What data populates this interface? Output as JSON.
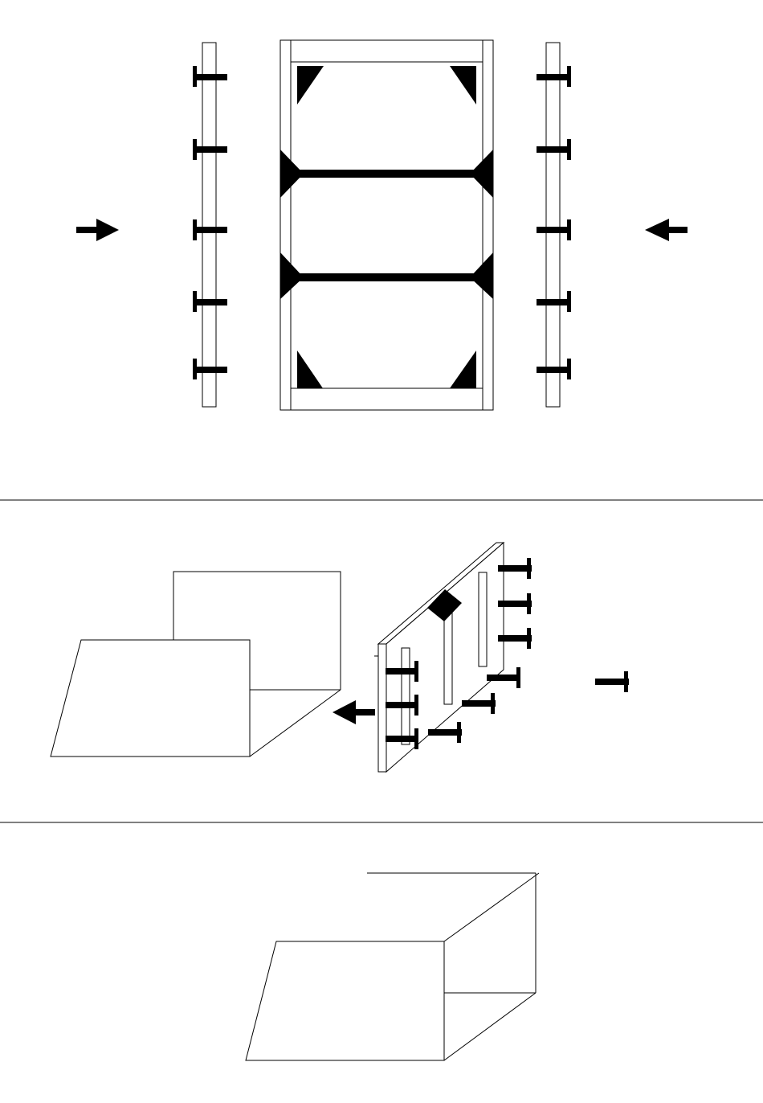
{
  "sheet": {
    "title": "",
    "panels": [
      {
        "id": "frame-assembly",
        "label": ""
      },
      {
        "id": "panel-attachment",
        "label": ""
      },
      {
        "id": "assembled-unit",
        "label": ""
      }
    ]
  },
  "colors": {
    "line": "#000000",
    "fill": "#000000",
    "background": "#ffffff"
  },
  "icons": [
    "arrow-right-icon",
    "arrow-left-icon",
    "screw-icon",
    "corner-bracket-icon"
  ]
}
